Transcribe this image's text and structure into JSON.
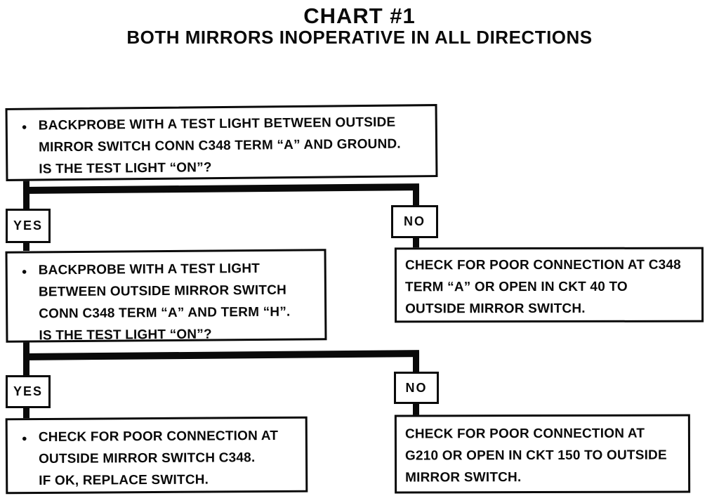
{
  "title": {
    "line1": "CHART #1",
    "line2": "BOTH MIRRORS INOPERATIVE IN ALL DIRECTIONS"
  },
  "flow": {
    "bullet_glyph": "●",
    "step1": {
      "lines": [
        "BACKPROBE WITH A TEST LIGHT BETWEEN OUTSIDE",
        "MIRROR SWITCH CONN C348 TERM “A” AND GROUND.",
        "IS THE TEST LIGHT “ON”?"
      ]
    },
    "yes1": "YES",
    "no1": "NO",
    "step2": {
      "lines": [
        "BACKPROBE WITH A TEST LIGHT",
        "BETWEEN OUTSIDE MIRROR SWITCH",
        "CONN C348 TERM “A” AND TERM “H”.",
        "IS THE TEST LIGHT “ON”?"
      ]
    },
    "no1_action": {
      "lines": [
        "CHECK FOR POOR CONNECTION AT C348",
        "TERM “A” OR OPEN IN CKT 40 TO",
        "OUTSIDE MIRROR SWITCH."
      ]
    },
    "yes2": "YES",
    "no2": "NO",
    "yes2_action": {
      "lines": [
        "CHECK FOR POOR CONNECTION AT",
        "OUTSIDE MIRROR SWITCH C348.",
        "IF OK, REPLACE SWITCH."
      ]
    },
    "no2_action": {
      "lines": [
        "CHECK FOR POOR CONNECTION AT",
        "G210 OR OPEN IN CKT 150 TO OUTSIDE",
        "MIRROR SWITCH."
      ]
    }
  }
}
